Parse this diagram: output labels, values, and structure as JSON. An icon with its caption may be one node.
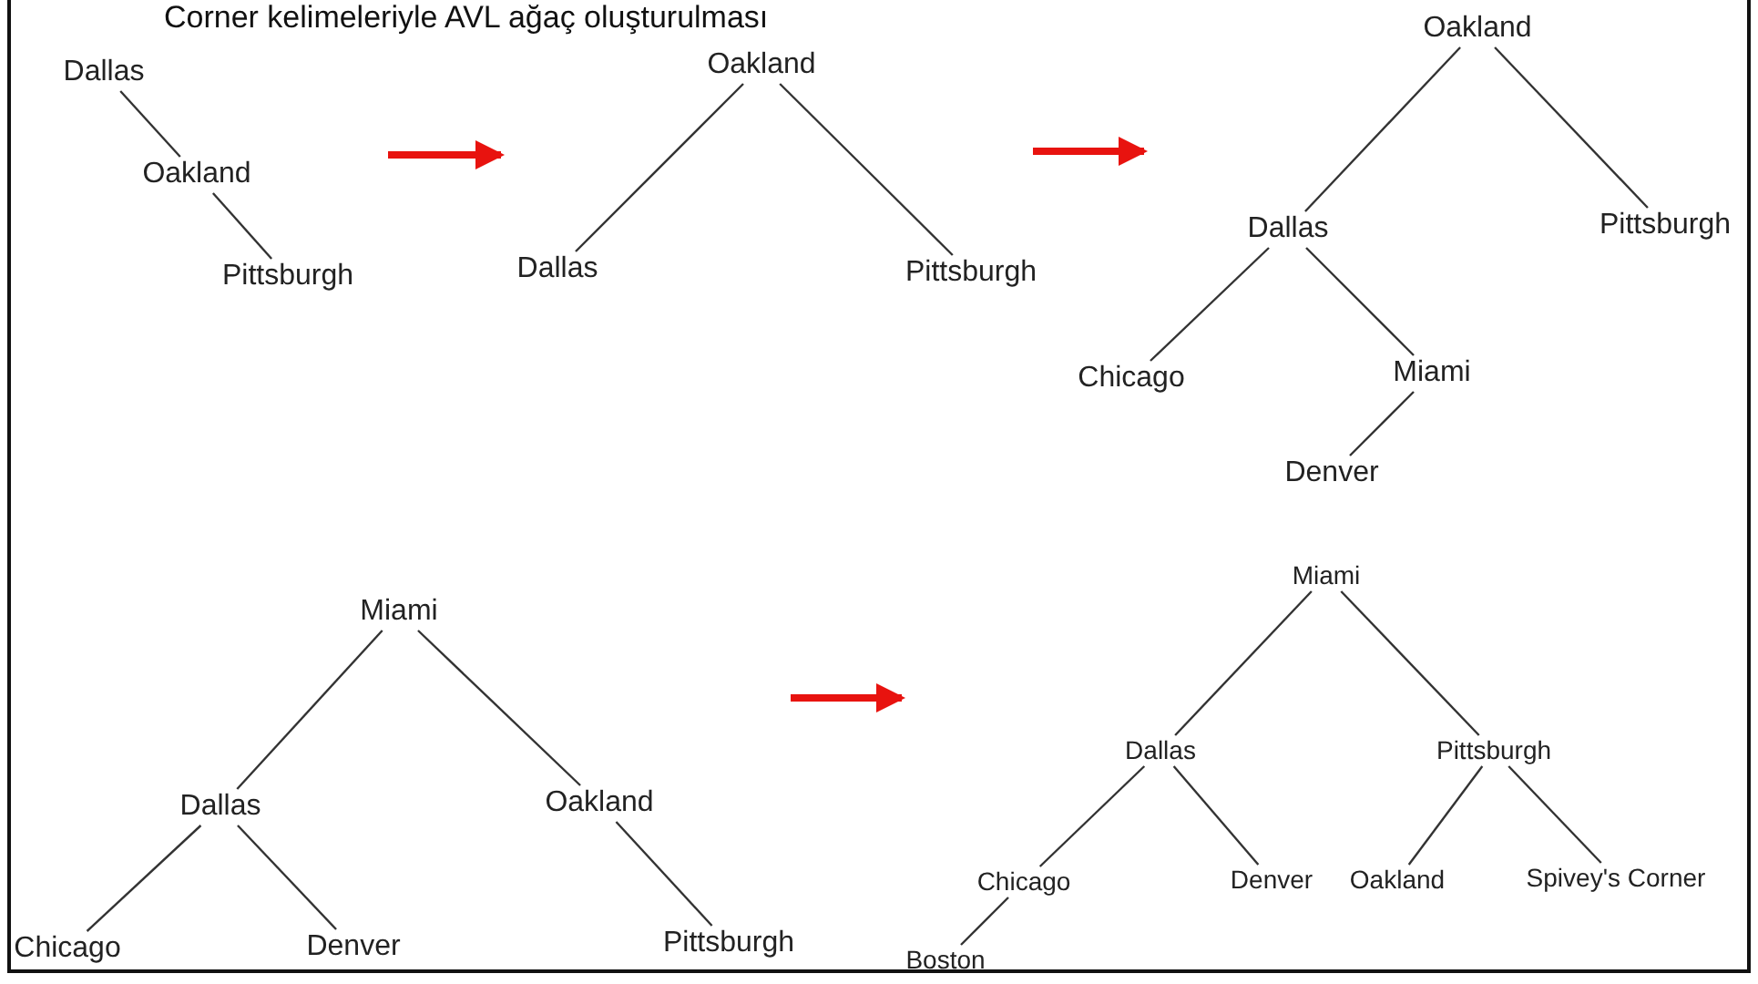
{
  "diagram": {
    "title": "Corner kelimeleriyle AVL ağaç oluşturulması",
    "nodes": [
      {
        "text": [
          "Dallas"
        ]
      },
      {
        "text": [
          "Oakland"
        ]
      },
      {
        "text": [
          "Pittsburgh"
        ]
      },
      {
        "text": [
          "Oakland"
        ]
      },
      {
        "text": [
          "Dallas"
        ]
      },
      {
        "text": [
          "Pittsburgh"
        ]
      },
      {
        "text": [
          "Oakland"
        ]
      },
      {
        "text": [
          "Dallas"
        ]
      },
      {
        "text": [
          "Pittsburgh"
        ]
      },
      {
        "text": [
          "Chicago"
        ]
      },
      {
        "text": [
          "Miami"
        ]
      },
      {
        "text": [
          "Denver"
        ]
      },
      {
        "text": [
          "Miami"
        ]
      },
      {
        "text": [
          "Dallas"
        ]
      },
      {
        "text": [
          "Oakland"
        ]
      },
      {
        "text": [
          "Chicago"
        ]
      },
      {
        "text": [
          "Denver"
        ]
      },
      {
        "text": [
          "Pittsburgh"
        ]
      },
      {
        "text": [
          "Miami"
        ]
      },
      {
        "text": [
          "Dallas"
        ]
      },
      {
        "text": [
          "Pittsburgh"
        ]
      },
      {
        "text": [
          "Chicago"
        ]
      },
      {
        "text": [
          "Denver"
        ]
      },
      {
        "text": [
          "Oakland"
        ]
      },
      {
        "text": [
          "Spivey's Corner"
        ]
      },
      {
        "text": [
          "Boston"
        ]
      }
    ],
    "edges": [
      {
        "from": 0,
        "to": 1,
        "arrow": "none"
      },
      {
        "from": 1,
        "to": 2,
        "arrow": "none"
      },
      {
        "from": 3,
        "to": 4,
        "arrow": "none"
      },
      {
        "from": 3,
        "to": 5,
        "arrow": "none"
      },
      {
        "from": 6,
        "to": 7,
        "arrow": "none"
      },
      {
        "from": 6,
        "to": 8,
        "arrow": "none"
      },
      {
        "from": 7,
        "to": 9,
        "arrow": "none"
      },
      {
        "from": 7,
        "to": 10,
        "arrow": "none"
      },
      {
        "from": 10,
        "to": 11,
        "arrow": "none"
      },
      {
        "from": 12,
        "to": 13,
        "arrow": "none"
      },
      {
        "from": 12,
        "to": 14,
        "arrow": "none"
      },
      {
        "from": 13,
        "to": 15,
        "arrow": "none"
      },
      {
        "from": 13,
        "to": 16,
        "arrow": "none"
      },
      {
        "from": 14,
        "to": 17,
        "arrow": "none"
      },
      {
        "from": 18,
        "to": 19,
        "arrow": "none"
      },
      {
        "from": 18,
        "to": 20,
        "arrow": "none"
      },
      {
        "from": 19,
        "to": 21,
        "arrow": "none"
      },
      {
        "from": 19,
        "to": 22,
        "arrow": "none"
      },
      {
        "from": 20,
        "to": 23,
        "arrow": "none"
      },
      {
        "from": 20,
        "to": 24,
        "arrow": "none"
      },
      {
        "from": 21,
        "to": 25,
        "arrow": "none"
      }
    ]
  }
}
